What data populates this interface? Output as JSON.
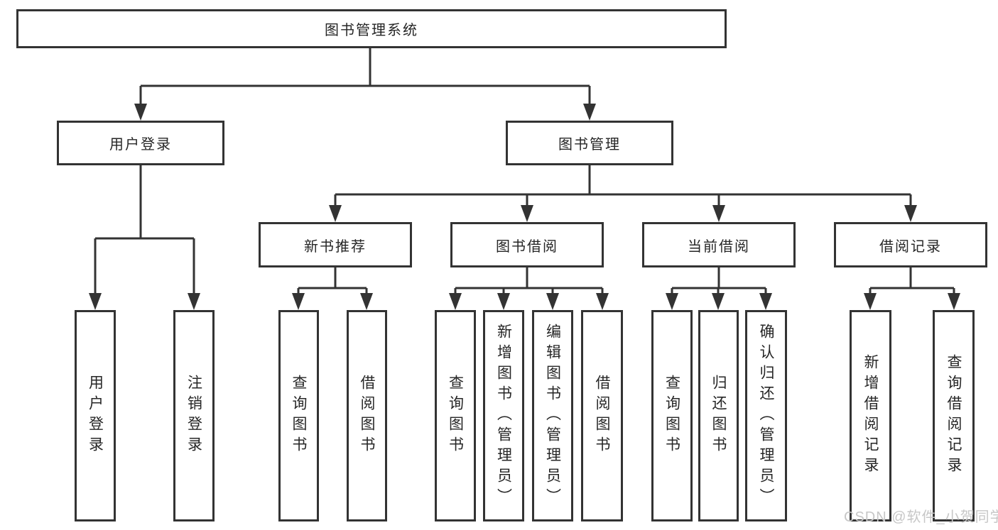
{
  "diagram": {
    "root": {
      "label": "图书管理系统",
      "children": [
        {
          "label": "用户登录",
          "children": [
            {
              "label": "用户登录"
            },
            {
              "label": "注销登录"
            }
          ]
        },
        {
          "label": "图书管理",
          "children": [
            {
              "label": "新书推荐",
              "children": [
                {
                  "label": "查询图书"
                },
                {
                  "label": "借阅图书"
                }
              ]
            },
            {
              "label": "图书借阅",
              "children": [
                {
                  "label": "查询图书"
                },
                {
                  "label": "新增图书（管理员）"
                },
                {
                  "label": "编辑图书（管理员）"
                },
                {
                  "label": "借阅图书"
                }
              ]
            },
            {
              "label": "当前借阅",
              "children": [
                {
                  "label": "查询图书"
                },
                {
                  "label": "归还图书"
                },
                {
                  "label": "确认归还（管理员）"
                }
              ]
            },
            {
              "label": "借阅记录",
              "children": [
                {
                  "label": "新增借阅记录"
                },
                {
                  "label": "查询借阅记录"
                }
              ]
            }
          ]
        }
      ]
    }
  },
  "watermark": "CSDN @软件_小贺同学",
  "colors": {
    "line": "#333333",
    "text": "#262626",
    "watermark_color": "#c7c7c7",
    "background": "#ffffff"
  }
}
